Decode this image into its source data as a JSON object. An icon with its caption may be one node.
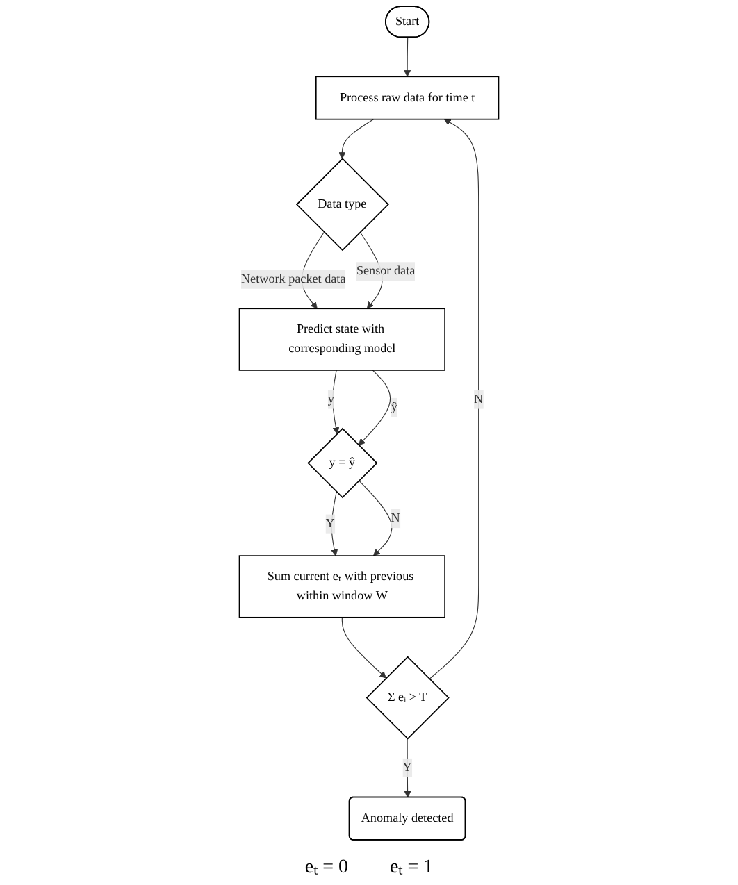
{
  "diagram": {
    "nodes": [
      {
        "text": [
          "Start"
        ]
      },
      {
        "text": [
          "Process raw data for time t"
        ]
      },
      {
        "text": [
          "Data type"
        ]
      },
      {
        "text": [
          "Predict state with corresponding model"
        ]
      },
      {
        "text": [
          "y = ŷ"
        ]
      },
      {
        "text": [
          "Sum current eₜ with previous within window W"
        ]
      },
      {
        "text": [
          "Σ eᵢ > T"
        ]
      },
      {
        "text": [
          "Anomaly detected"
        ]
      }
    ],
    "edges": [
      {
        "from": 0,
        "to": 1,
        "arrow": "to"
      },
      {
        "from": 1,
        "to": 2,
        "arrow": "to"
      },
      {
        "from": 2,
        "to": 3,
        "arrow": "to",
        "label": "Network packet data"
      },
      {
        "from": 2,
        "to": 3,
        "arrow": "to",
        "label": "Sensor data"
      },
      {
        "from": 3,
        "to": 4,
        "arrow": "to",
        "label": "y"
      },
      {
        "from": 3,
        "to": 4,
        "arrow": "to",
        "label": "ŷ"
      },
      {
        "from": 4,
        "to": 5,
        "arrow": "to",
        "label": "Y"
      },
      {
        "from": 4,
        "to": 5,
        "arrow": "to",
        "label": "N"
      },
      {
        "from": 5,
        "to": 6,
        "arrow": "to"
      },
      {
        "from": 6,
        "to": 7,
        "arrow": "to",
        "label": "Y"
      },
      {
        "from": 6,
        "to": 1,
        "arrow": "to",
        "label": "N"
      }
    ],
    "labels": [
      "eₜ = 0",
      "eₜ = 1"
    ]
  }
}
